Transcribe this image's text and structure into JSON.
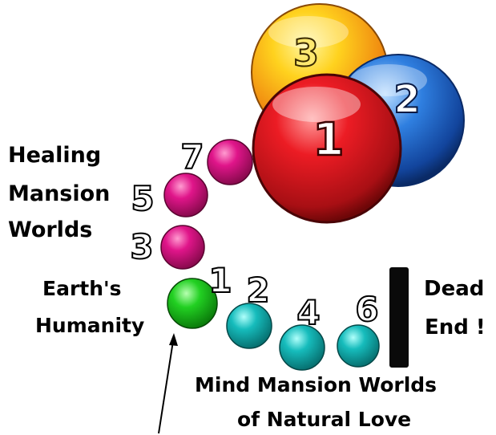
{
  "big_spheres": [
    {
      "label": "3",
      "color": "#f4a21a"
    },
    {
      "label": "2",
      "color": "#1e5fc0"
    },
    {
      "label": "1",
      "color": "#c8121a"
    }
  ],
  "healing_worlds": {
    "lines": [
      "Healing",
      "Mansion",
      "Worlds"
    ],
    "spheres": [
      {
        "label": "7",
        "color": "#d3127a"
      },
      {
        "label": "5",
        "color": "#d3127a"
      },
      {
        "label": "3",
        "color": "#d3127a"
      }
    ]
  },
  "earth": {
    "lines": [
      "Earth's",
      "Humanity"
    ],
    "sphere_color": "#1ec81e",
    "label": "1"
  },
  "mind_worlds": {
    "lines": [
      "Mind Mansion Worlds",
      "of Natural Love"
    ],
    "spheres": [
      {
        "label": "2",
        "color": "#14a6a6"
      },
      {
        "label": "4",
        "color": "#14a6a6"
      },
      {
        "label": "6",
        "color": "#14a6a6"
      }
    ]
  },
  "dead_end": {
    "lines": [
      "Dead",
      "End !"
    ],
    "bar_color": "#0a0a0a"
  }
}
